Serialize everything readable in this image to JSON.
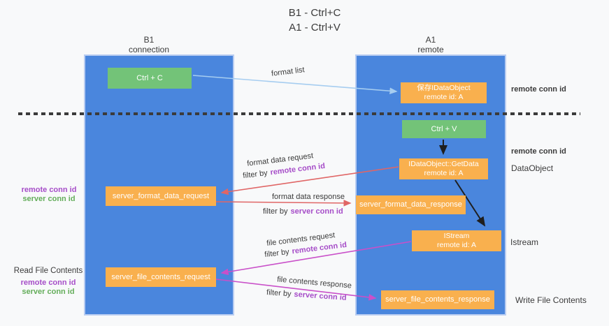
{
  "title": {
    "line1": "B1 - Ctrl+C",
    "line2": "A1 - Ctrl+V"
  },
  "columns": {
    "left": {
      "header_line1": "B1",
      "header_line2": "connection"
    },
    "right": {
      "header_line1": "A1",
      "header_line2": "remote"
    }
  },
  "boxes": {
    "ctrl_c": "Ctrl + C",
    "ctrl_v": "Ctrl + V",
    "save_dataobject_line1": "保存IDataObject",
    "save_dataobject_line2": "remote id: A",
    "getdata_line1": "IDataObject::GetData",
    "getdata_line2": "remote id: A",
    "istream_line1": "IStream",
    "istream_line2": "remote id: A",
    "format_request": "server_format_data_request",
    "format_response": "server_format_data_response",
    "file_request": "server_file_contents_request",
    "file_response": "server_file_contents_response"
  },
  "arrow_labels": {
    "format_list": "format list",
    "format_data_request": "format data request",
    "format_data_response": "format data response",
    "file_contents_request": "file contents request",
    "file_contents_response": "file contents response",
    "filter_by": "filter by",
    "remote_conn_id": "remote conn id",
    "server_conn_id": "server conn id"
  },
  "side_labels": {
    "remote_conn_id": "remote conn id",
    "server_conn_id": "server conn id",
    "dataobject": "DataObject",
    "istream": "Istream",
    "read_file_contents": "Read File Contents",
    "write_file_contents": "Write File Contents"
  },
  "colors": {
    "column_blue": "#4a86dd",
    "box_green": "#73c378",
    "box_orange": "#f9b04e",
    "arrow_red": "#e06666",
    "arrow_magenta": "#c950c9",
    "arrow_lightblue": "#a6cdf0",
    "arrow_black": "#1f1f1f",
    "label_purple": "#a64dc8",
    "label_green": "#64ad5a",
    "background": "#f8f9fa"
  }
}
